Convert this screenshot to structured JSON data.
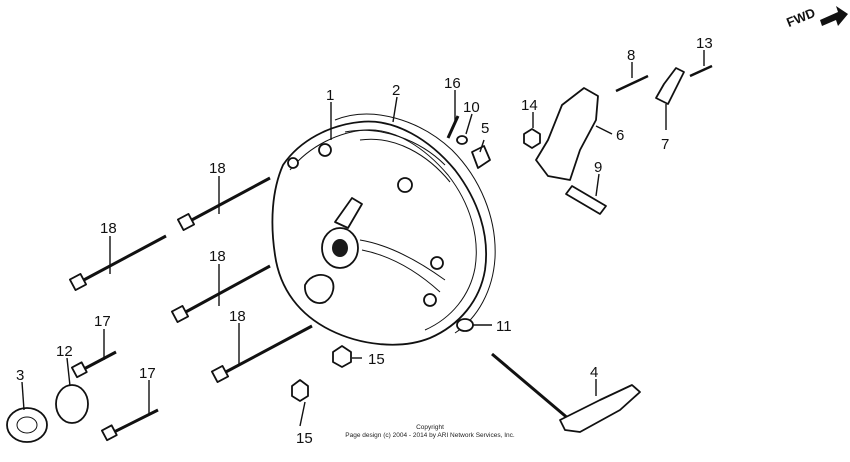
{
  "diagram": {
    "direction_label": "FWD",
    "copyright_line1": "Copyright",
    "copyright_line2": "Page design (c) 2004 - 2014 by ARI Network Services, Inc.",
    "callouts": {
      "c1": "1",
      "c2": "2",
      "c3": "3",
      "c4": "4",
      "c5": "5",
      "c6": "6",
      "c7": "7",
      "c8": "8",
      "c9": "9",
      "c10": "10",
      "c11": "11",
      "c12": "12",
      "c13": "13",
      "c14": "14",
      "c15a": "15",
      "c15b": "15",
      "c16": "16",
      "c17a": "17",
      "c17b": "17",
      "c18a": "18",
      "c18b": "18",
      "c18c": "18",
      "c18d": "18"
    }
  }
}
